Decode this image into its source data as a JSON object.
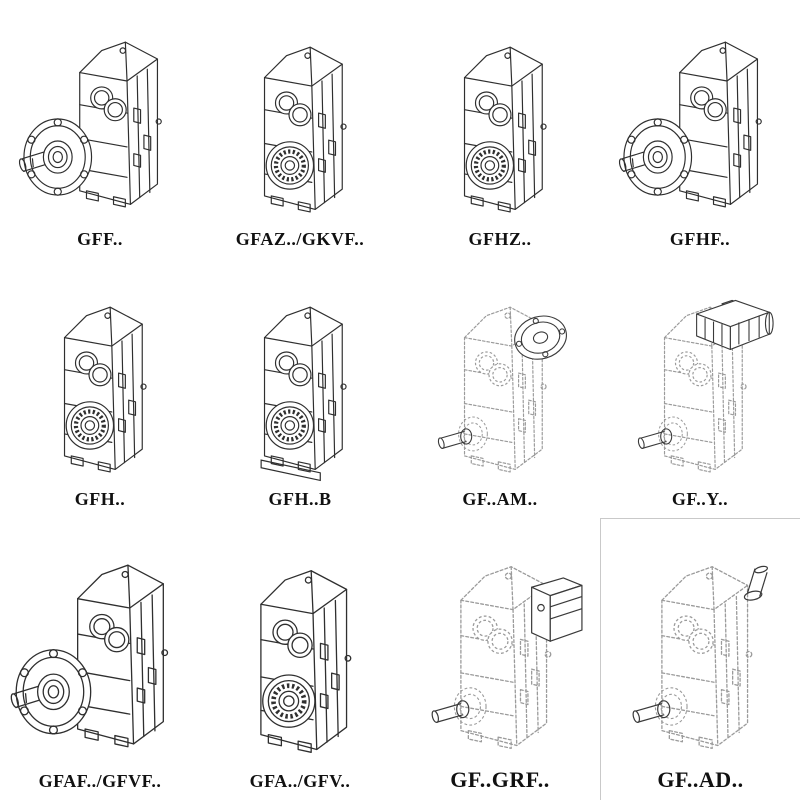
{
  "colors": {
    "line": "#2f2f2f",
    "dashed_line": "#9b9b9b",
    "attachment_line": "#3a3a3a",
    "background": "#ffffff"
  },
  "cells": [
    {
      "label": "GFF..",
      "drawing": "gearbox-output-flange-drawing"
    },
    {
      "label": "GFAZ../GKVF..",
      "drawing": "gearbox-hollow-shaft-drawing"
    },
    {
      "label": "GFHZ..",
      "drawing": "gearbox-hollow-shaft-drawing"
    },
    {
      "label": "GFHF..",
      "drawing": "gearbox-output-flange-drawing"
    },
    {
      "label": "GFH..",
      "drawing": "gearbox-hollow-shaft-drawing"
    },
    {
      "label": "GFH..B",
      "drawing": "gearbox-hollow-shaft-base-drawing"
    },
    {
      "label": "GF..AM..",
      "drawing": "gearbox-motor-adapter-flange-drawing"
    },
    {
      "label": "GF..Y..",
      "drawing": "gearbox-with-motor-drawing"
    },
    {
      "label": "GFAF../GFVF..",
      "drawing": "gearbox-output-flange-drawing"
    },
    {
      "label": "GFA../GFV..",
      "drawing": "gearbox-hollow-shaft-drawing"
    },
    {
      "label": "GF..GRF..",
      "drawing": "gearbox-adapter-box-drawing"
    },
    {
      "label": "GF..AD..",
      "drawing": "gearbox-input-shaft-adapter-drawing"
    }
  ]
}
